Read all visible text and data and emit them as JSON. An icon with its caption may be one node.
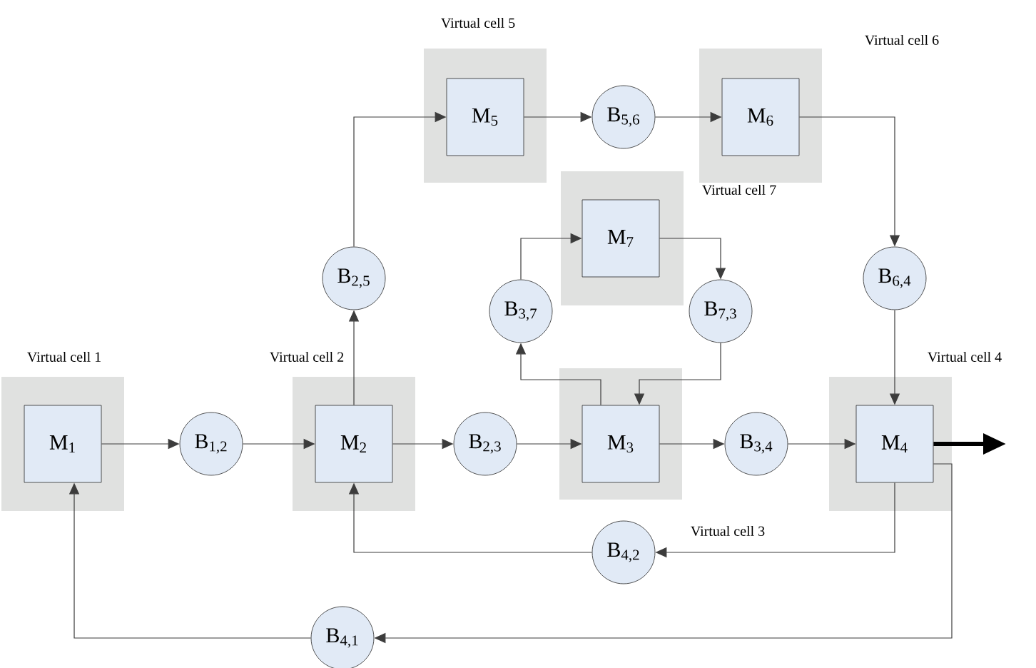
{
  "diagram": {
    "nodes": [
      {
        "text": [
          "Virtual cell 1"
        ]
      },
      {
        "text": [
          "M$_{1}$"
        ],
        "in": 0
      },
      {
        "text": [
          "B$_{1,2}$"
        ]
      },
      {
        "text": [
          "Virtual cell 2"
        ]
      },
      {
        "text": [
          "M$_{2}$"
        ],
        "in": 3
      },
      {
        "text": [
          "B$_{2,3}$"
        ]
      },
      {
        "text": [
          "Virtual cell 3"
        ]
      },
      {
        "text": [
          "M$_{3}$"
        ],
        "in": 6
      },
      {
        "text": [
          "B$_{3,4}$"
        ]
      },
      {
        "text": [
          "Virtual cell 4"
        ]
      },
      {
        "text": [
          "M$_{4}$"
        ],
        "in": 9
      },
      {
        "text": [
          "Virtual cell 5"
        ]
      },
      {
        "text": [
          "M$_{5}$"
        ],
        "in": 11
      },
      {
        "text": [
          "B$_{5,6}$"
        ]
      },
      {
        "text": [
          "Virtual cell 6"
        ]
      },
      {
        "text": [
          "M$_{6}$"
        ],
        "in": 14
      },
      {
        "text": [
          "Virtual cell 7"
        ]
      },
      {
        "text": [
          "M$_{7}$"
        ],
        "in": 16
      },
      {
        "text": [
          "B$_{2,5}$"
        ]
      },
      {
        "text": [
          "B$_{6,4}$"
        ]
      },
      {
        "text": [
          "B$_{3,7}$"
        ]
      },
      {
        "text": [
          "B$_{7,3}$"
        ]
      },
      {
        "text": [
          "B$_{4,2}$"
        ]
      },
      {
        "text": [
          "B$_{4,1}$"
        ]
      }
    ],
    "edges": [
      {
        "from": 1,
        "to": 2,
        "arrow": "to"
      },
      {
        "from": 2,
        "to": 4,
        "arrow": "to"
      },
      {
        "from": 4,
        "to": 5,
        "arrow": "to"
      },
      {
        "from": 5,
        "to": 7,
        "arrow": "to"
      },
      {
        "from": 7,
        "to": 8,
        "arrow": "to"
      },
      {
        "from": 8,
        "to": 10,
        "arrow": "to"
      },
      {
        "from": 10,
        "to": null,
        "arrow": "to",
        "style": "thick"
      },
      {
        "from": 4,
        "to": 18,
        "arrow": "to"
      },
      {
        "from": 18,
        "to": 12,
        "arrow": "to"
      },
      {
        "from": 12,
        "to": 13,
        "arrow": "to"
      },
      {
        "from": 13,
        "to": 15,
        "arrow": "to"
      },
      {
        "from": 15,
        "to": 19,
        "arrow": "to"
      },
      {
        "from": 19,
        "to": 10,
        "arrow": "to"
      },
      {
        "from": 7,
        "to": 20,
        "arrow": "to"
      },
      {
        "from": 20,
        "to": 17,
        "arrow": "to"
      },
      {
        "from": 17,
        "to": 21,
        "arrow": "to"
      },
      {
        "from": 21,
        "to": 7,
        "arrow": "to"
      },
      {
        "from": 10,
        "to": 22,
        "arrow": "to"
      },
      {
        "from": 22,
        "to": 4,
        "arrow": "to"
      },
      {
        "from": 10,
        "to": 23,
        "arrow": "to"
      },
      {
        "from": 23,
        "to": 1,
        "arrow": "to"
      }
    ]
  }
}
